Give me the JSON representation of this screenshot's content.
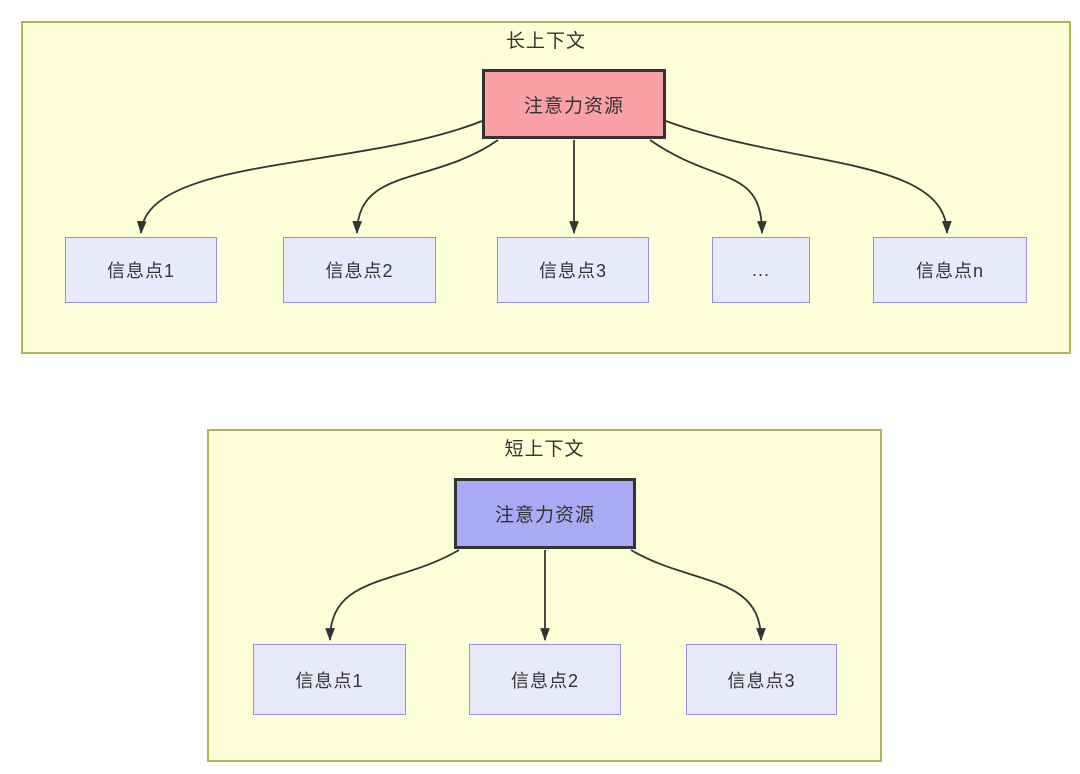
{
  "colors": {
    "canvas_bg": "#ffffff",
    "container_fill": "#fdffd8",
    "container_border": "#b4b54d",
    "attention_long_fill": "#f9a1a7",
    "attention_short_fill": "#a9aaf5",
    "attention_border": "#333333",
    "info_fill": "#e9e9fc",
    "info_border": "#9e8cdb",
    "arrow_color": "#333333",
    "text_color": "#333333"
  },
  "long_context": {
    "title": "长上下文",
    "attention_label": "注意力资源",
    "info_points": [
      "信息点1",
      "信息点2",
      "信息点3",
      "...",
      "信息点n"
    ]
  },
  "short_context": {
    "title": "短上下文",
    "attention_label": "注意力资源",
    "info_points": [
      "信息点1",
      "信息点2",
      "信息点3"
    ]
  }
}
